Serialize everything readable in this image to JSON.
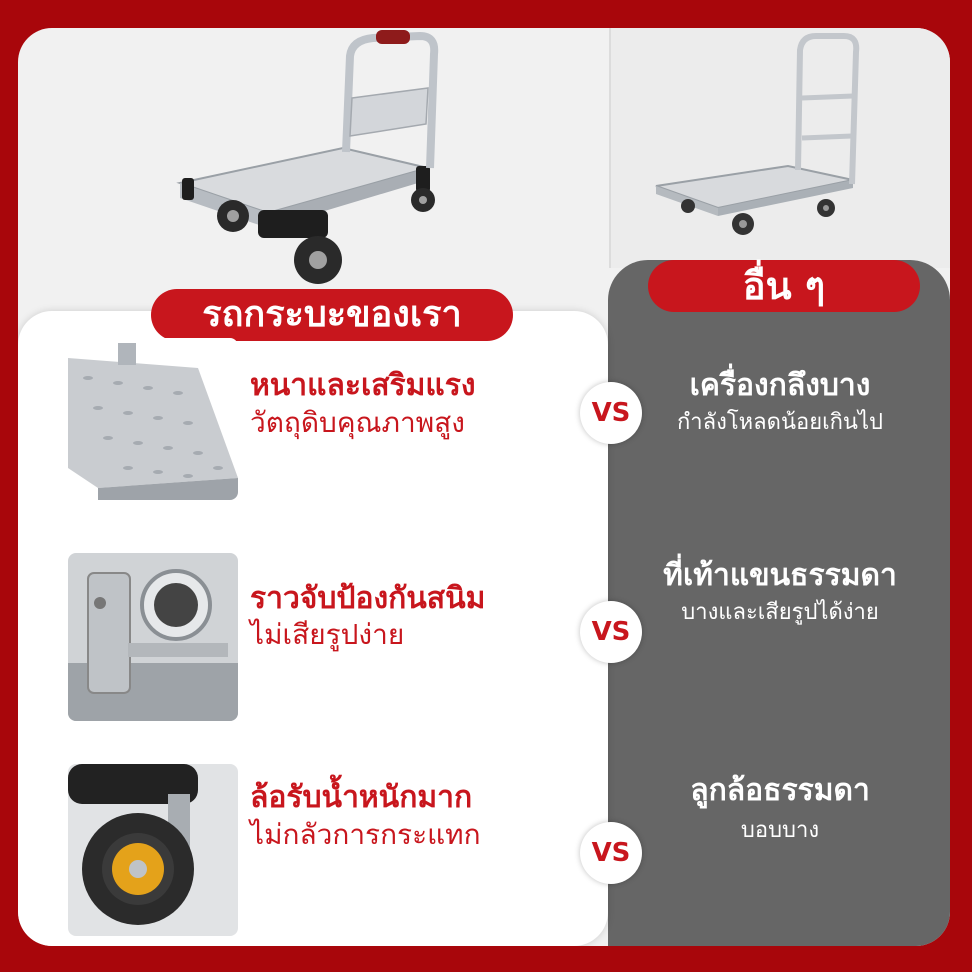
{
  "ours_label": "รถกระบะของเรา",
  "other_label": "อื่น ๆ",
  "vs_label": "VS",
  "features": [
    {
      "title": "หนาและเสริมแรง",
      "subtitle": "วัตถุดิบคุณภาพสูง",
      "other_title": "เครื่องกลึงบาง",
      "other_subtitle": "กำลังโหลดน้อยเกินไป"
    },
    {
      "title": "ราวจับป้องกันสนิม",
      "subtitle": "ไม่เสียรูปง่าย",
      "other_title": "ที่เท้าแขนธรรมดา",
      "other_subtitle": "บางและเสียรูปได้ง่าย"
    },
    {
      "title": "ล้อรับน้ำหนักมาก",
      "subtitle": "ไม่กลัวการกระแทก",
      "other_title": "ลูกล้อธรรมดา",
      "other_subtitle": "บอบบาง"
    }
  ],
  "colors": {
    "brand_red": "#c8161d",
    "background_red": "#a8060b",
    "panel_gray": "#666666"
  }
}
